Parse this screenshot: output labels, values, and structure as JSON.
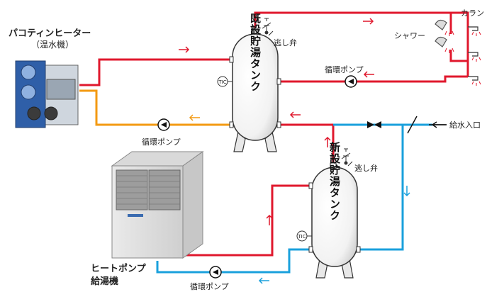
{
  "heater": {
    "name": "パコティンヒーター",
    "sub": "（温水機）"
  },
  "tank_existing": {
    "label": "既設貯湯タンク"
  },
  "tank_new": {
    "label": "新設貯湯タンク"
  },
  "heatpump": {
    "name_line1": "ヒートポンプ",
    "name_line2": "給湯機"
  },
  "labels": {
    "relief_valve_1": "逃し弁",
    "relief_valve_2": "逃し弁",
    "shower": "シャワー",
    "faucet": "カラン",
    "pump_1": "循環ポンプ",
    "pump_2": "循環ポンプ",
    "pump_3": "循環ポンプ",
    "water_inlet": "給水入口",
    "tic_1": "TIC",
    "tic_2": "TIC"
  },
  "colors": {
    "hot": "#e0182d",
    "cold": "#1aa0dc",
    "warm": "#f39a12",
    "tank_fill": "#ffffff",
    "stroke": "#333333"
  }
}
